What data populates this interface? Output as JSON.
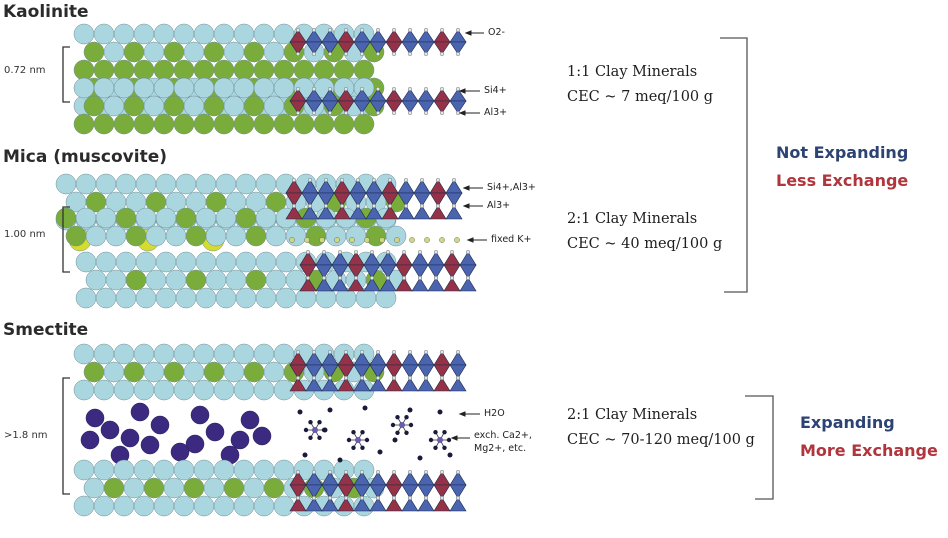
{
  "kaolinite": {
    "title": "Kaolinite",
    "spacing": "0.72 nm",
    "labels": {
      "oxygen": "O2-",
      "silicon": "Si4+",
      "aluminum": "Al3+"
    }
  },
  "mica": {
    "title": "Mica (muscovite)",
    "spacing": "1.00 nm",
    "labels": {
      "si_al": "Si4+,Al3+",
      "aluminum": "Al3+",
      "fixed_k": "fixed K+"
    }
  },
  "smectite": {
    "title": "Smectite",
    "spacing": ">1.8 nm",
    "labels": {
      "water": "H2O",
      "exch_1": "exch. Ca2+,",
      "exch_2": "Mg2+, etc."
    }
  },
  "groups": {
    "one_to_one": {
      "type": "1:1 Clay Minerals",
      "cec": "CEC ~ 7 meq/100 g"
    },
    "two_to_one_mica": {
      "type": "2:1 Clay Minerals",
      "cec": "CEC ~ 40 meq/100 g"
    },
    "two_to_one_smectite": {
      "type": "2:1 Clay Minerals",
      "cec": "CEC ~ 70-120 meq/100 g"
    }
  },
  "categories": {
    "non_expanding": {
      "line1": "Not Expanding",
      "line2": "Less Exchange"
    },
    "expanding": {
      "line1": "Expanding",
      "line2": "More Exchange"
    }
  },
  "colors": {
    "blue_text": "#2d4373",
    "red_text": "#b0353d",
    "oxygen_sphere": "#a9d6df",
    "green_sphere": "#79ac3a",
    "yellow_sphere": "#d6dc2e",
    "purple_sphere": "#3c2a80",
    "tetra_blue": "#4a64b0",
    "tetra_red": "#963247"
  }
}
